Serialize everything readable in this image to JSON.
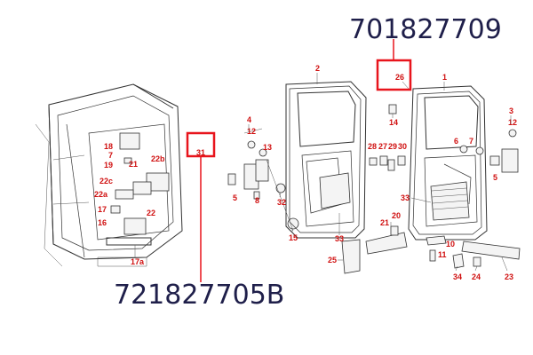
{
  "part_numbers": {
    "top_right": "701827709",
    "bottom_left": "721827705B"
  },
  "highlight_color": "#e8141c",
  "label_color": "#d01010",
  "highlighted_callouts": {
    "left": "31",
    "right": "26"
  },
  "callouts": {
    "c1": "1",
    "c2": "2",
    "c3": "3",
    "c4": "4",
    "c5": "5",
    "c5b": "5",
    "c6": "6",
    "c7": "7",
    "c7b": "7",
    "c8": "8",
    "c10": "10",
    "c11": "11",
    "c12": "12",
    "c12b": "12",
    "c13": "13",
    "c14": "14",
    "c15": "15",
    "c16": "16",
    "c17": "17",
    "c17a": "17a",
    "c18": "18",
    "c19": "19",
    "c20": "20",
    "c21": "21",
    "c21b": "21",
    "c22": "22",
    "c22a": "22a",
    "c22b": "22b",
    "c22c": "22c",
    "c23": "23",
    "c24": "24",
    "c25": "25",
    "c27": "27",
    "c28": "28",
    "c29": "29",
    "c30": "30",
    "c32": "32",
    "c33": "33",
    "c33b": "33",
    "c34": "34"
  }
}
